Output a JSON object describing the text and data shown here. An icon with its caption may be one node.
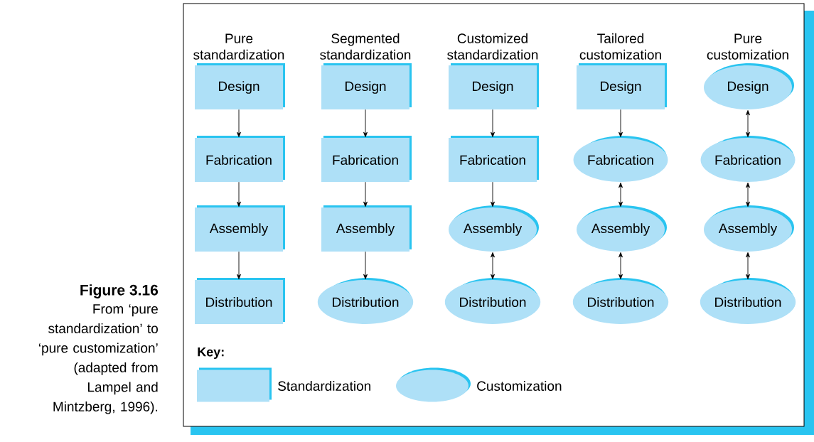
{
  "diagram": {
    "title": "Figure 3.16",
    "caption": "From ‘pure standardization’ to ‘pure customization’ (adapted from Lampel and Mintzberg, 1996).",
    "nodes": [
      {
        "text": [
          "Design"
        ]
      },
      {
        "text": [
          "Fabrication"
        ]
      },
      {
        "text": [
          "Assembly"
        ]
      },
      {
        "text": [
          "Distribution"
        ]
      },
      {
        "text": [
          "Design"
        ]
      },
      {
        "text": [
          "Fabrication"
        ]
      },
      {
        "text": [
          "Assembly"
        ]
      },
      {
        "text": [
          "Distribution"
        ]
      },
      {
        "text": [
          "Design"
        ]
      },
      {
        "text": [
          "Fabrication"
        ]
      },
      {
        "text": [
          "Assembly"
        ]
      },
      {
        "text": [
          "Distribution"
        ]
      },
      {
        "text": [
          "Design"
        ]
      },
      {
        "text": [
          "Fabrication"
        ]
      },
      {
        "text": [
          "Assembly"
        ]
      },
      {
        "text": [
          "Distribution"
        ]
      },
      {
        "text": [
          "Design"
        ]
      },
      {
        "text": [
          "Fabrication"
        ]
      },
      {
        "text": [
          "Assembly"
        ]
      },
      {
        "text": [
          "Distribution"
        ]
      }
    ],
    "edges": [
      {
        "from": 0,
        "to": 1,
        "arrow": "to"
      },
      {
        "from": 1,
        "to": 2,
        "arrow": "to"
      },
      {
        "from": 2,
        "to": 3,
        "arrow": "to"
      },
      {
        "from": 4,
        "to": 5,
        "arrow": "to"
      },
      {
        "from": 5,
        "to": 6,
        "arrow": "to"
      },
      {
        "from": 6,
        "to": 7,
        "arrow": "to"
      },
      {
        "from": 8,
        "to": 9,
        "arrow": "to"
      },
      {
        "from": 9,
        "to": 10,
        "arrow": "to"
      },
      {
        "from": 10,
        "to": 11,
        "arrow": "both"
      },
      {
        "from": 12,
        "to": 13,
        "arrow": "to"
      },
      {
        "from": 13,
        "to": 14,
        "arrow": "both"
      },
      {
        "from": 14,
        "to": 15,
        "arrow": "both"
      },
      {
        "from": 16,
        "to": 17,
        "arrow": "both"
      },
      {
        "from": 17,
        "to": 18,
        "arrow": "both"
      },
      {
        "from": 18,
        "to": 19,
        "arrow": "both"
      }
    ],
    "labels": [
      "Pure standardization",
      "Segmented standardization",
      "Customized standardization",
      "Tailored customization",
      "Pure customization",
      "Key:"
    ],
    "legend": [
      {
        "text": "Standardization"
      },
      {
        "text": "Customization"
      }
    ]
  }
}
